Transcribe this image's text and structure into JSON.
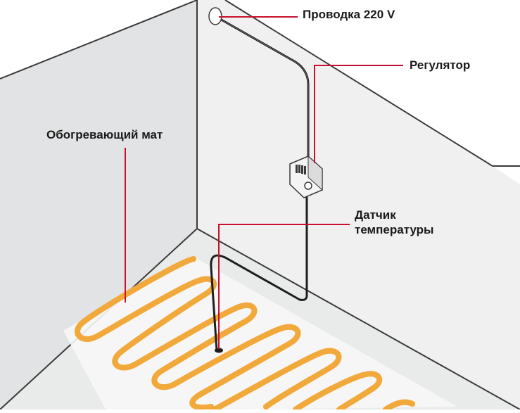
{
  "labels": {
    "wiring": "Проводка 220 V",
    "regulator": "Регулятор",
    "heating_mat": "Обогревающий мат",
    "sensor_line1": "Датчик",
    "sensor_line2": "температуры"
  },
  "colors": {
    "wall_left": "#e2e3e4",
    "wall_back": "#f0f0f1",
    "floor": "#e9eaea",
    "outline": "#3a3a3a",
    "leader_line": "#c8102e",
    "heating_cable": "#f2a93b",
    "heating_cable_core": "#fbd27a",
    "wire": "#1e1e1e",
    "mat_mesh": "#ffffff"
  },
  "icons": {
    "outlet": "wall-outlet-icon",
    "regulator": "thermostat-regulator-icon",
    "sensor": "temperature-sensor-icon"
  }
}
